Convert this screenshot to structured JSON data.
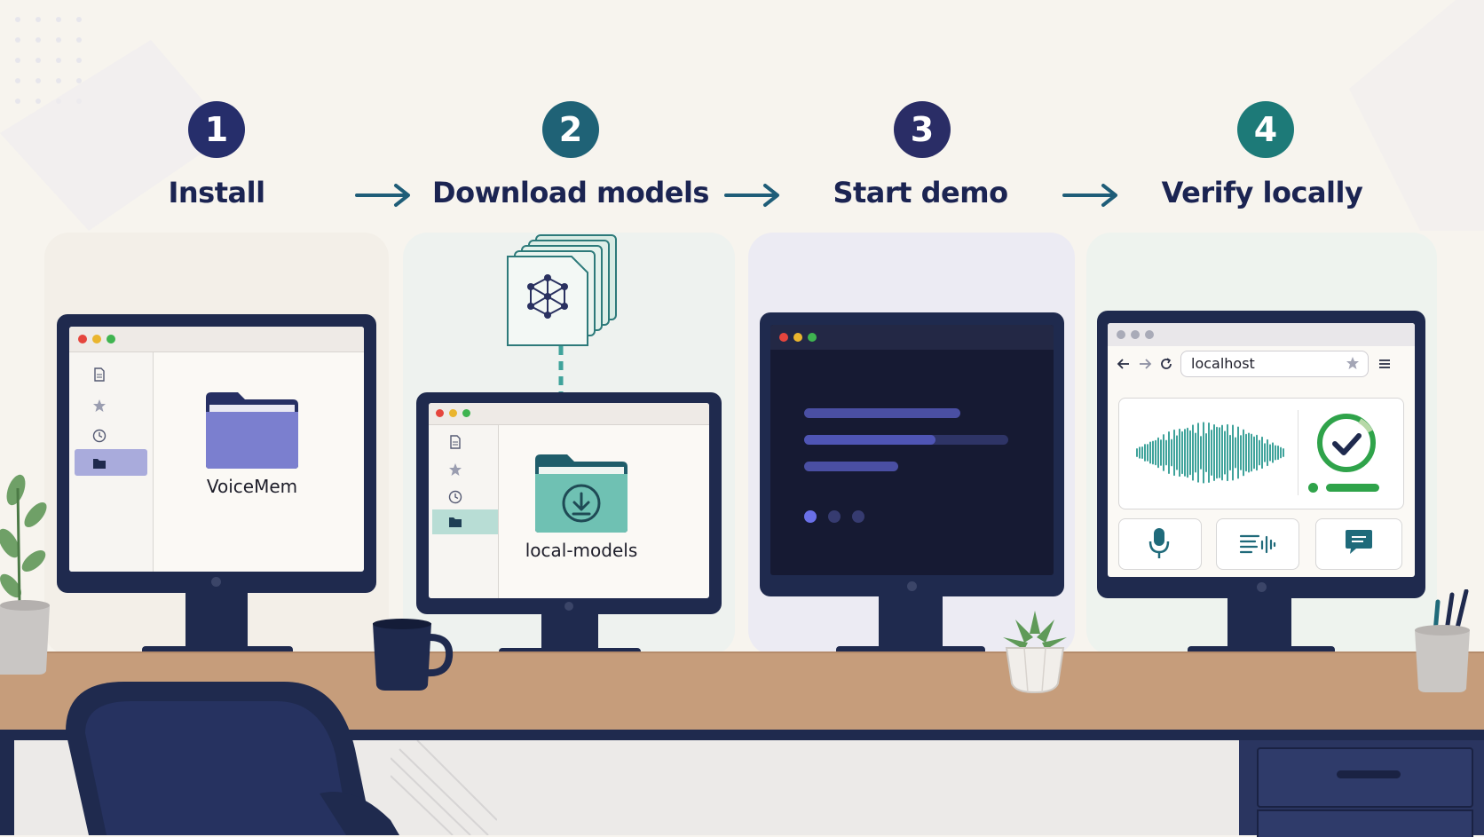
{
  "steps": [
    {
      "number": "1",
      "label": "Install",
      "color": "#262e6b"
    },
    {
      "number": "2",
      "label": "Download models",
      "color": "#1f6276"
    },
    {
      "number": "3",
      "label": "Start demo",
      "color": "#2a2d66"
    },
    {
      "number": "4",
      "label": "Verify locally",
      "color": "#1d7a78"
    }
  ],
  "arrow_color": "#1f5d78",
  "install": {
    "folder_label": "VoiceMem"
  },
  "download": {
    "folder_label": "local-models"
  },
  "verify": {
    "address": "localhost"
  },
  "colors": {
    "navy": "#1f2a4e",
    "teal": "#3fa39b",
    "green": "#2fa34a",
    "purple_folder": "#7b7fcf",
    "terminal_bg": "#161a33"
  }
}
